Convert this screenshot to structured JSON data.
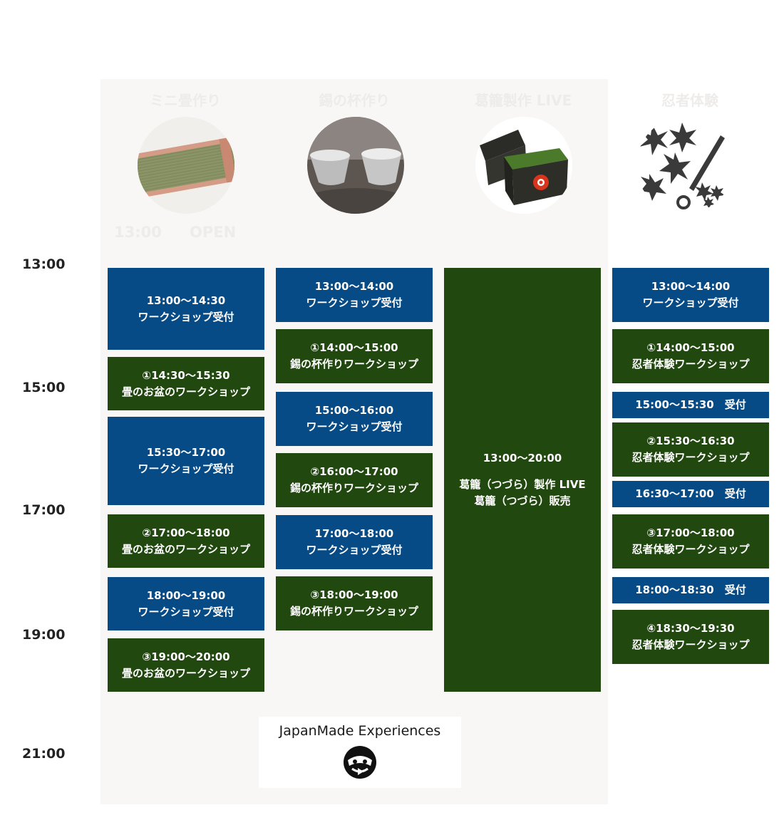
{
  "columns": [
    {
      "title": "ミニ畳作り",
      "image": "tatami-tray"
    },
    {
      "title": "錫の杯作り",
      "image": "tin-cups"
    },
    {
      "title": "葛籠製作 LIVE",
      "image": "tsuzura-boxes"
    },
    {
      "title": "忍者体験",
      "image": "shuriken"
    }
  ],
  "open": {
    "time": "13:00",
    "label": "OPEN"
  },
  "times": [
    "13:00",
    "15:00",
    "17:00",
    "19:00",
    "21:00"
  ],
  "col1": [
    {
      "line1": "13:00～14:30",
      "line2": "ワークショップ受付"
    },
    {
      "line1": "①14:30～15:30",
      "line2": "畳のお盆のワークショップ"
    },
    {
      "line1": "15:30～17:00",
      "line2": "ワークショップ受付"
    },
    {
      "line1": "②17:00～18:00",
      "line2": "畳のお盆のワークショップ"
    },
    {
      "line1": "18:00～19:00",
      "line2": "ワークショップ受付"
    },
    {
      "line1": "③19:00～20:00",
      "line2": "畳のお盆のワークショップ"
    }
  ],
  "col2": [
    {
      "line1": "13:00～14:00",
      "line2": "ワークショップ受付"
    },
    {
      "line1": "①14:00～15:00",
      "line2": "錫の杯作りワークショップ"
    },
    {
      "line1": "15:00～16:00",
      "line2": "ワークショップ受付"
    },
    {
      "line1": "②16:00～17:00",
      "line2": "錫の杯作りワークショップ"
    },
    {
      "line1": "17:00～18:00",
      "line2": "ワークショップ受付"
    },
    {
      "line1": "③18:00～19:00",
      "line2": "錫の杯作りワークショップ"
    }
  ],
  "col3": {
    "time": "13:00～20:00",
    "line1": "葛籠（つづら）製作 LIVE",
    "line2": "葛籠（つづら）販売"
  },
  "col4": [
    {
      "line1": "13:00～14:00",
      "line2": "ワークショップ受付"
    },
    {
      "line1": "①14:00～15:00",
      "line2": "忍者体験ワークショップ"
    },
    {
      "line1": "15:00～15:30　受付"
    },
    {
      "line1": "②15:30～16:30",
      "line2": "忍者体験ワークショップ"
    },
    {
      "line1": "16:30～17:00　受付"
    },
    {
      "line1": "③17:00～18:00",
      "line2": "忍者体験ワークショップ"
    },
    {
      "line1": "18:00～18:30　受付"
    },
    {
      "line1": "④18:30～19:30",
      "line2": "忍者体験ワークショップ"
    }
  ],
  "logo": {
    "text": "JapanMade Experiences",
    "icon": "daruma-logo-icon"
  },
  "colors": {
    "blue": "#064b85",
    "green": "#21480f",
    "panel": "#f8f7f5"
  }
}
